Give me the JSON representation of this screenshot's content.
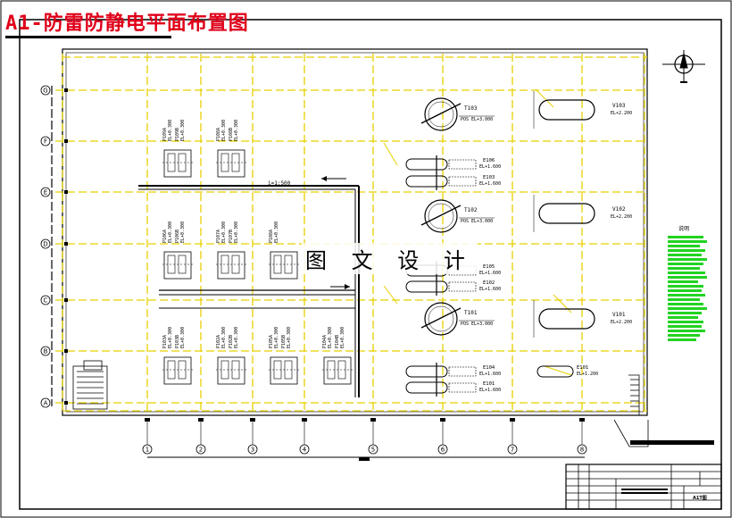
{
  "title": "A1-防雷防静电平面布置图",
  "watermark": "图 文 设 计",
  "grid": {
    "rows": [
      "G",
      "F",
      "E",
      "D",
      "C",
      "B",
      "A"
    ],
    "cols": [
      "1",
      "2",
      "3",
      "4",
      "5",
      "6",
      "7",
      "8"
    ]
  },
  "pipe_note": "i=1:500",
  "equipment": [
    {
      "tag": "T103",
      "sub": "POS EL+3.000"
    },
    {
      "tag": "T102",
      "sub": "POS EL+3.000"
    },
    {
      "tag": "T101",
      "sub": "POS EL+3.000"
    },
    {
      "tag": "V103",
      "sub": "EL+2.200"
    },
    {
      "tag": "V102",
      "sub": "EL+2.200"
    },
    {
      "tag": "V101",
      "sub": "EL+2.200"
    },
    {
      "tag": "E106",
      "sub": "EL+1.600"
    },
    {
      "tag": "E103",
      "sub": "EL+1.600"
    },
    {
      "tag": "E105",
      "sub": "EL+1.600"
    },
    {
      "tag": "E102",
      "sub": "EL+1.600"
    },
    {
      "tag": "E104",
      "sub": "EL+1.600"
    },
    {
      "tag": "E101",
      "sub": "EL+1.600"
    },
    {
      "tag": "E101",
      "sub": "EL+1.200"
    }
  ],
  "pumps": [
    {
      "tag": "P109A",
      "el": "EL+0.300"
    },
    {
      "tag": "P109B",
      "el": "EL+0.300"
    },
    {
      "tag": "P108A",
      "el": "EL+0.300"
    },
    {
      "tag": "P108B",
      "el": "EL+0.300"
    },
    {
      "tag": "P106A",
      "el": "EL+0.300"
    },
    {
      "tag": "P106B",
      "el": "EL+0.300"
    },
    {
      "tag": "P107A",
      "el": "EL+0.300"
    },
    {
      "tag": "P107B",
      "el": "EL+0.300"
    },
    {
      "tag": "P108A",
      "el": "EL+0.300"
    },
    {
      "tag": "P103A",
      "el": "EL+0.300"
    },
    {
      "tag": "P103B",
      "el": "EL+0.300"
    },
    {
      "tag": "P102A",
      "el": "EL+0.300"
    },
    {
      "tag": "P102B",
      "el": "EL+0.300"
    },
    {
      "tag": "P105A",
      "el": "EL+0.300"
    },
    {
      "tag": "P105B",
      "el": "EL+0.300"
    },
    {
      "tag": "P104A",
      "el": "EL+0.300"
    },
    {
      "tag": "P104B",
      "el": "EL+0.300"
    }
  ],
  "legend_title": "说明",
  "title_block_drawing_no": "A1T图"
}
